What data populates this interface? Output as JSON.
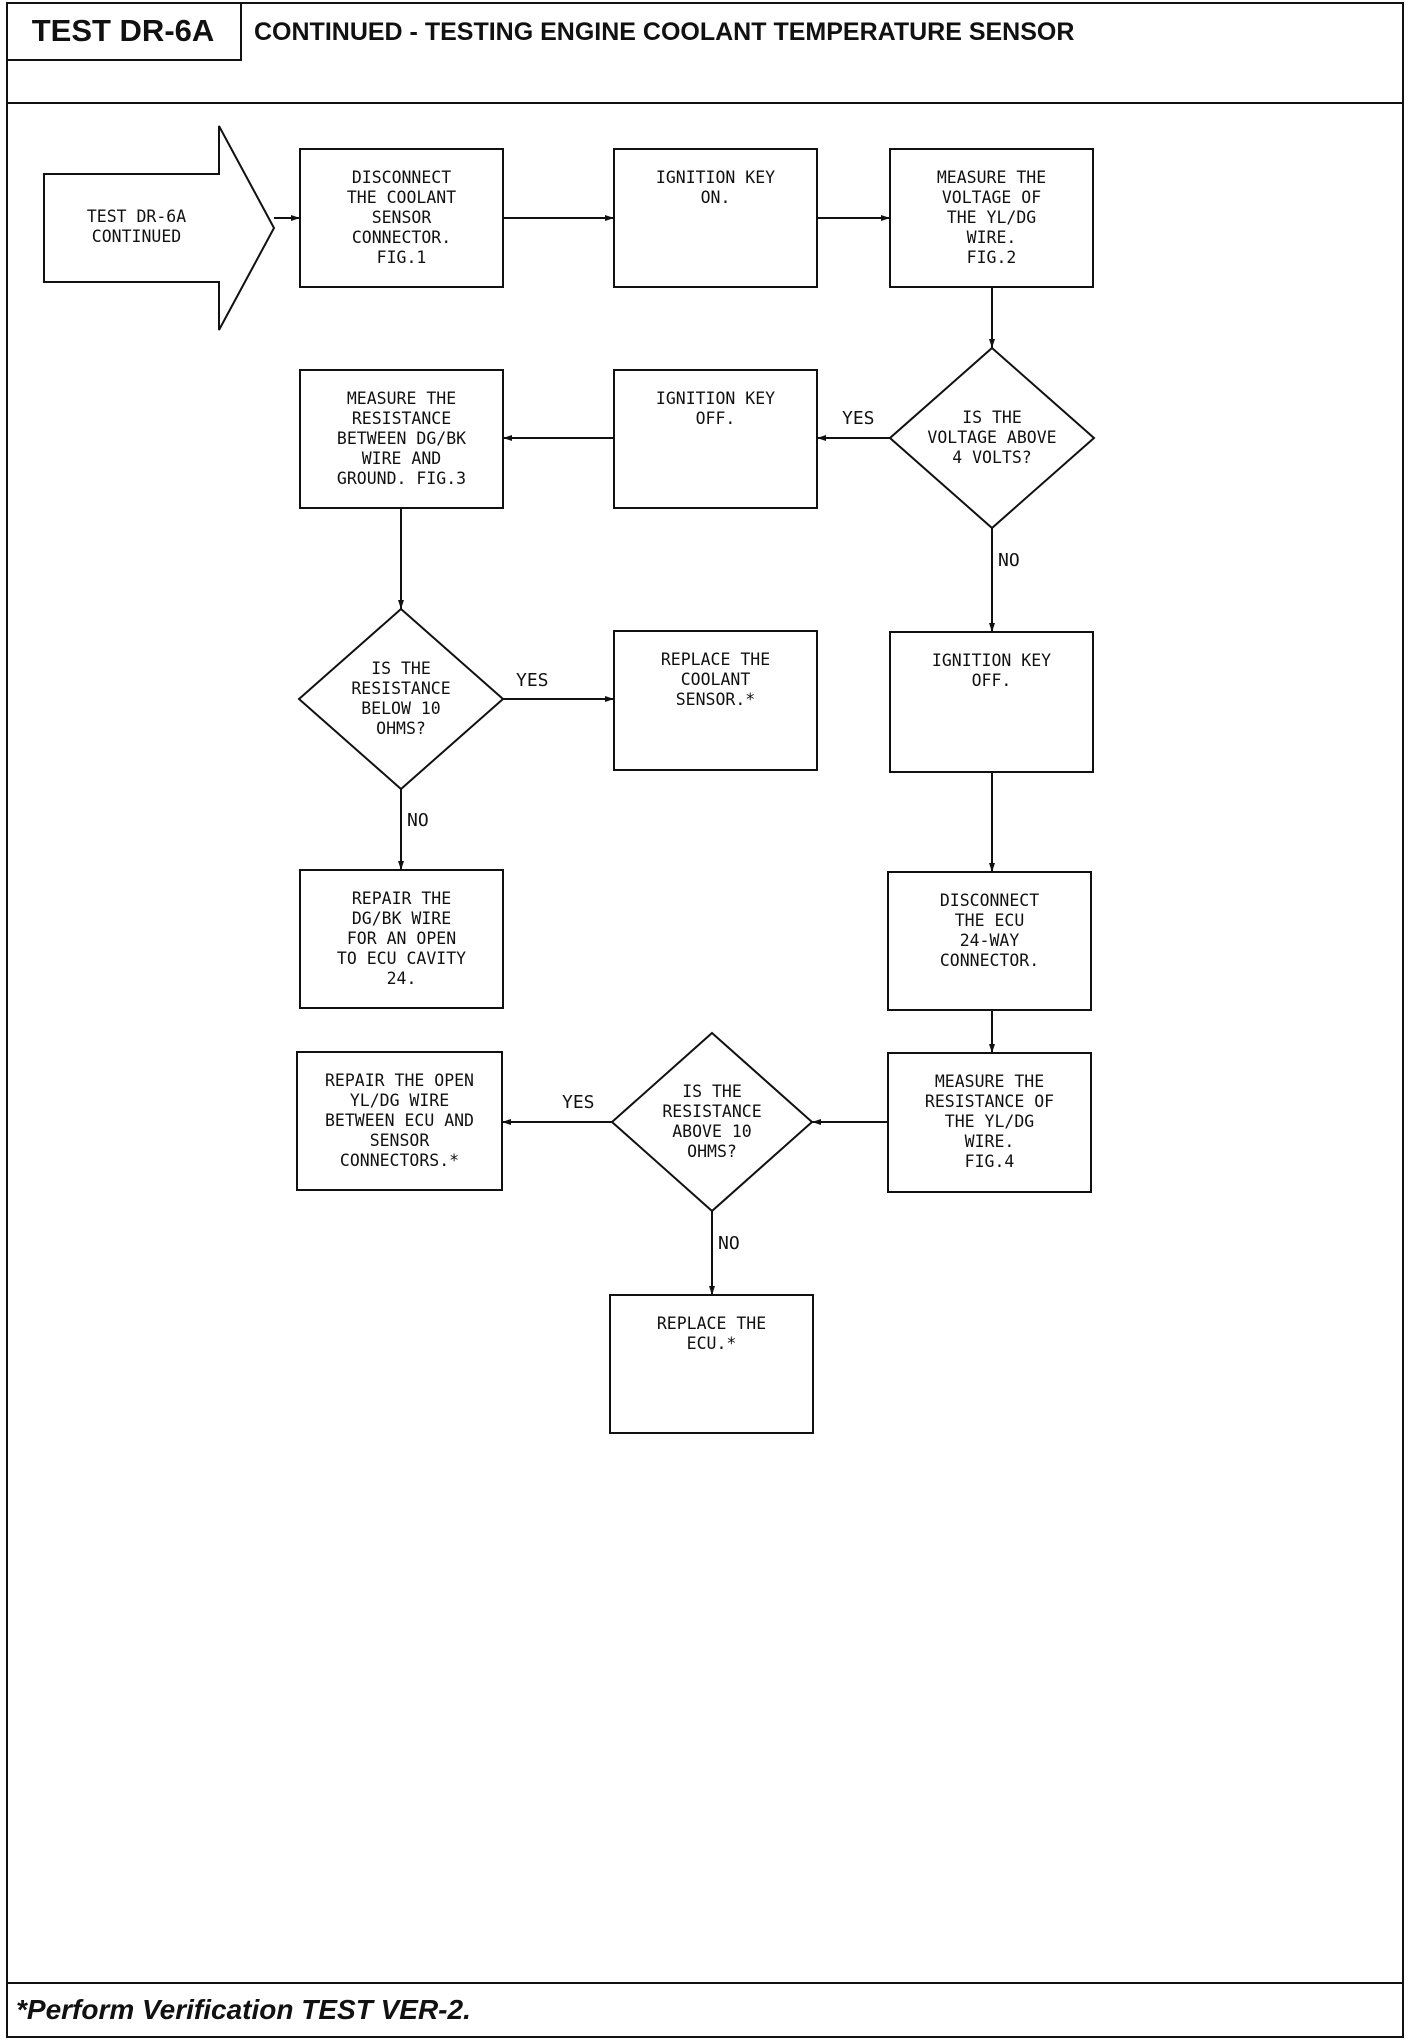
{
  "header": {
    "test_id": "TEST DR-6A",
    "title": "CONTINUED - TESTING ENGINE COOLANT TEMPERATURE SENSOR"
  },
  "footer": {
    "note": "*Perform Verification TEST VER-2."
  },
  "flowchart": {
    "nodes": [
      {
        "id": "start",
        "shape": "arrow",
        "lines": [
          "TEST DR-6A",
          "CONTINUED"
        ]
      },
      {
        "id": "disconnect-sensor",
        "shape": "box",
        "lines": [
          "DISCONNECT",
          "THE COOLANT",
          "SENSOR",
          "CONNECTOR.",
          "FIG.1"
        ]
      },
      {
        "id": "ignition-on",
        "shape": "box",
        "lines": [
          "IGNITION KEY",
          "ON."
        ]
      },
      {
        "id": "measure-voltage",
        "shape": "box",
        "lines": [
          "MEASURE THE",
          "VOLTAGE OF",
          "THE YL/DG",
          "WIRE.",
          "FIG.2"
        ]
      },
      {
        "id": "voltage-decision",
        "shape": "diamond",
        "lines": [
          "IS THE",
          "VOLTAGE ABOVE",
          "4 VOLTS?"
        ]
      },
      {
        "id": "ignition-off-1",
        "shape": "box",
        "lines": [
          "IGNITION KEY",
          "OFF."
        ]
      },
      {
        "id": "measure-resistance-dgbk",
        "shape": "box",
        "lines": [
          "MEASURE THE",
          "RESISTANCE",
          "BETWEEN DG/BK",
          "WIRE AND",
          "GROUND. FIG.3"
        ]
      },
      {
        "id": "resistance-below-decision",
        "shape": "diamond",
        "lines": [
          "IS THE",
          "RESISTANCE",
          "BELOW 10",
          "OHMS?"
        ]
      },
      {
        "id": "replace-sensor",
        "shape": "box",
        "lines": [
          "REPLACE THE",
          "COOLANT",
          "SENSOR.*"
        ]
      },
      {
        "id": "repair-dgbk",
        "shape": "box",
        "lines": [
          "REPAIR THE",
          "DG/BK WIRE",
          "FOR AN OPEN",
          "TO ECU CAVITY",
          "24."
        ]
      },
      {
        "id": "ignition-off-2",
        "shape": "box",
        "lines": [
          "IGNITION KEY",
          "OFF."
        ]
      },
      {
        "id": "disconnect-ecu",
        "shape": "box",
        "lines": [
          "DISCONNECT",
          "THE ECU",
          "24-WAY",
          "CONNECTOR."
        ]
      },
      {
        "id": "measure-resistance-yldg",
        "shape": "box",
        "lines": [
          "MEASURE THE",
          "RESISTANCE OF",
          "THE YL/DG",
          "WIRE.",
          "FIG.4"
        ]
      },
      {
        "id": "resistance-above-decision",
        "shape": "diamond",
        "lines": [
          "IS THE",
          "RESISTANCE",
          "ABOVE 10",
          "OHMS?"
        ]
      },
      {
        "id": "repair-yldg",
        "shape": "box",
        "lines": [
          "REPAIR THE OPEN",
          "YL/DG WIRE",
          "BETWEEN ECU AND",
          "SENSOR",
          "CONNECTORS.*"
        ]
      },
      {
        "id": "replace-ecu",
        "shape": "box",
        "lines": [
          "REPLACE THE",
          "ECU.*"
        ]
      }
    ],
    "edge_labels": {
      "voltage_yes": "YES",
      "voltage_no": "NO",
      "below_yes": "YES",
      "below_no": "NO",
      "above_yes": "YES",
      "above_no": "NO"
    }
  }
}
